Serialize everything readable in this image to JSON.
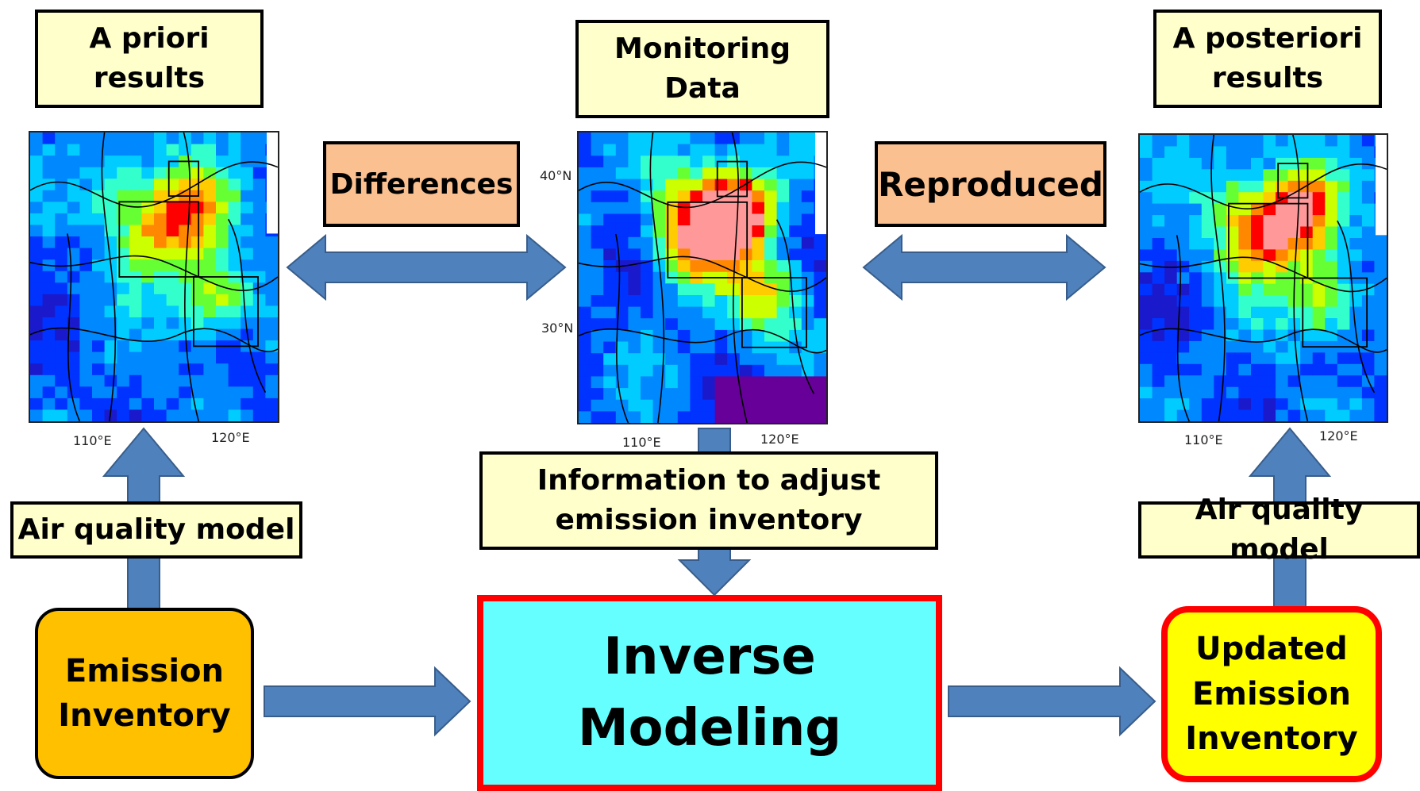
{
  "maps": {
    "a_priori": {
      "title": "A priori\nresults",
      "x_ticks": [
        "110°E",
        "120°E"
      ]
    },
    "monitoring": {
      "title": "Monitoring\nData",
      "x_ticks": [
        "110°E",
        "120°E"
      ],
      "y_ticks": [
        "40°N",
        "30°N"
      ]
    },
    "a_posteriori": {
      "title": "A posteriori\nresults",
      "x_ticks": [
        "110°E",
        "120°E"
      ]
    }
  },
  "labels": {
    "differences": "Differences",
    "reproduced": "Reproduced",
    "air_quality_model_left": "Air quality model",
    "air_quality_model_right": "Air quality model",
    "information": "Information to adjust\nemission inventory"
  },
  "boxes": {
    "emission_inventory": "Emission\nInventory",
    "inverse_modeling": "Inverse\nModeling",
    "updated_emission_inventory": "Updated\nEmission\nInventory"
  },
  "colors": {
    "arrow_fill": "#4f81bd",
    "arrow_stroke": "#385d8a",
    "note_fill": "#ffffcc",
    "tag_fill": "#fac090",
    "emission_fill": "#ffc000",
    "inverse_fill": "#66ffff",
    "updated_fill": "#ffff00",
    "highlight_border": "#ff0000",
    "map_scale": [
      "#1a1acc",
      "#0033ff",
      "#0088ff",
      "#00ccff",
      "#33ffcc",
      "#66ff33",
      "#ccff00",
      "#ffcc00",
      "#ff8800",
      "#ff0000",
      "#ff9999",
      "#660099"
    ]
  }
}
